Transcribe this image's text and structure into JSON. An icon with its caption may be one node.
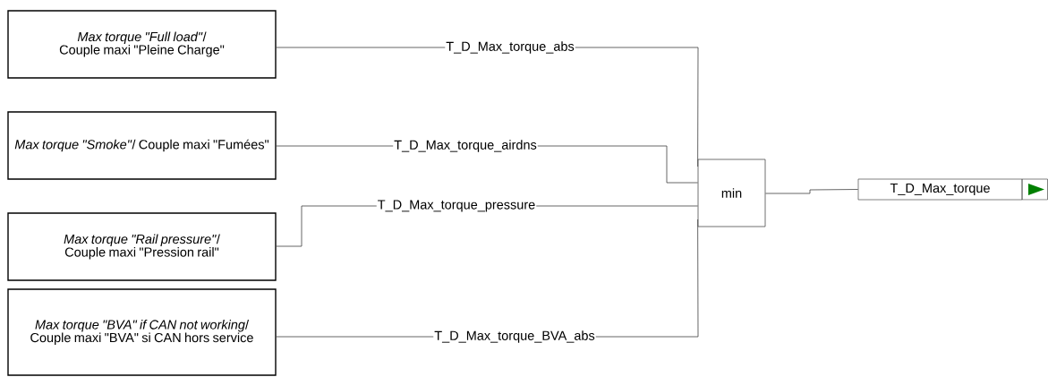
{
  "diagram": {
    "nodes": [
      {
        "text": [
          "*Max torque \"Full load\"*/ Couple maxi \"Pleine Charge\""
        ]
      },
      {
        "text": [
          "*Max torque \"Smoke\"*/ Couple maxi \"Fumées\""
        ]
      },
      {
        "text": [
          "*Max torque \"Rail pressure\"*/ Couple maxi \"Pression rail\""
        ]
      },
      {
        "text": [
          "*Max torque \"BVA\" if CAN not working*/ Couple maxi \"BVA\" si CAN hors service"
        ]
      },
      {
        "text": [
          "min"
        ]
      },
      {
        "text": [
          "T_D_Max_torque"
        ]
      }
    ],
    "edges": [
      {
        "from": 0,
        "to": 4,
        "arrow": "none",
        "label": "T_D_Max_torque_abs"
      },
      {
        "from": 1,
        "to": 4,
        "arrow": "none",
        "label": "T_D_Max_torque_airdns"
      },
      {
        "from": 2,
        "to": 4,
        "arrow": "none",
        "label": "T_D_Max_torque_pressure"
      },
      {
        "from": 3,
        "to": 4,
        "arrow": "none",
        "label": "T_D_Max_torque_BVA_abs"
      },
      {
        "from": 4,
        "to": 5,
        "arrow": "none"
      }
    ]
  }
}
